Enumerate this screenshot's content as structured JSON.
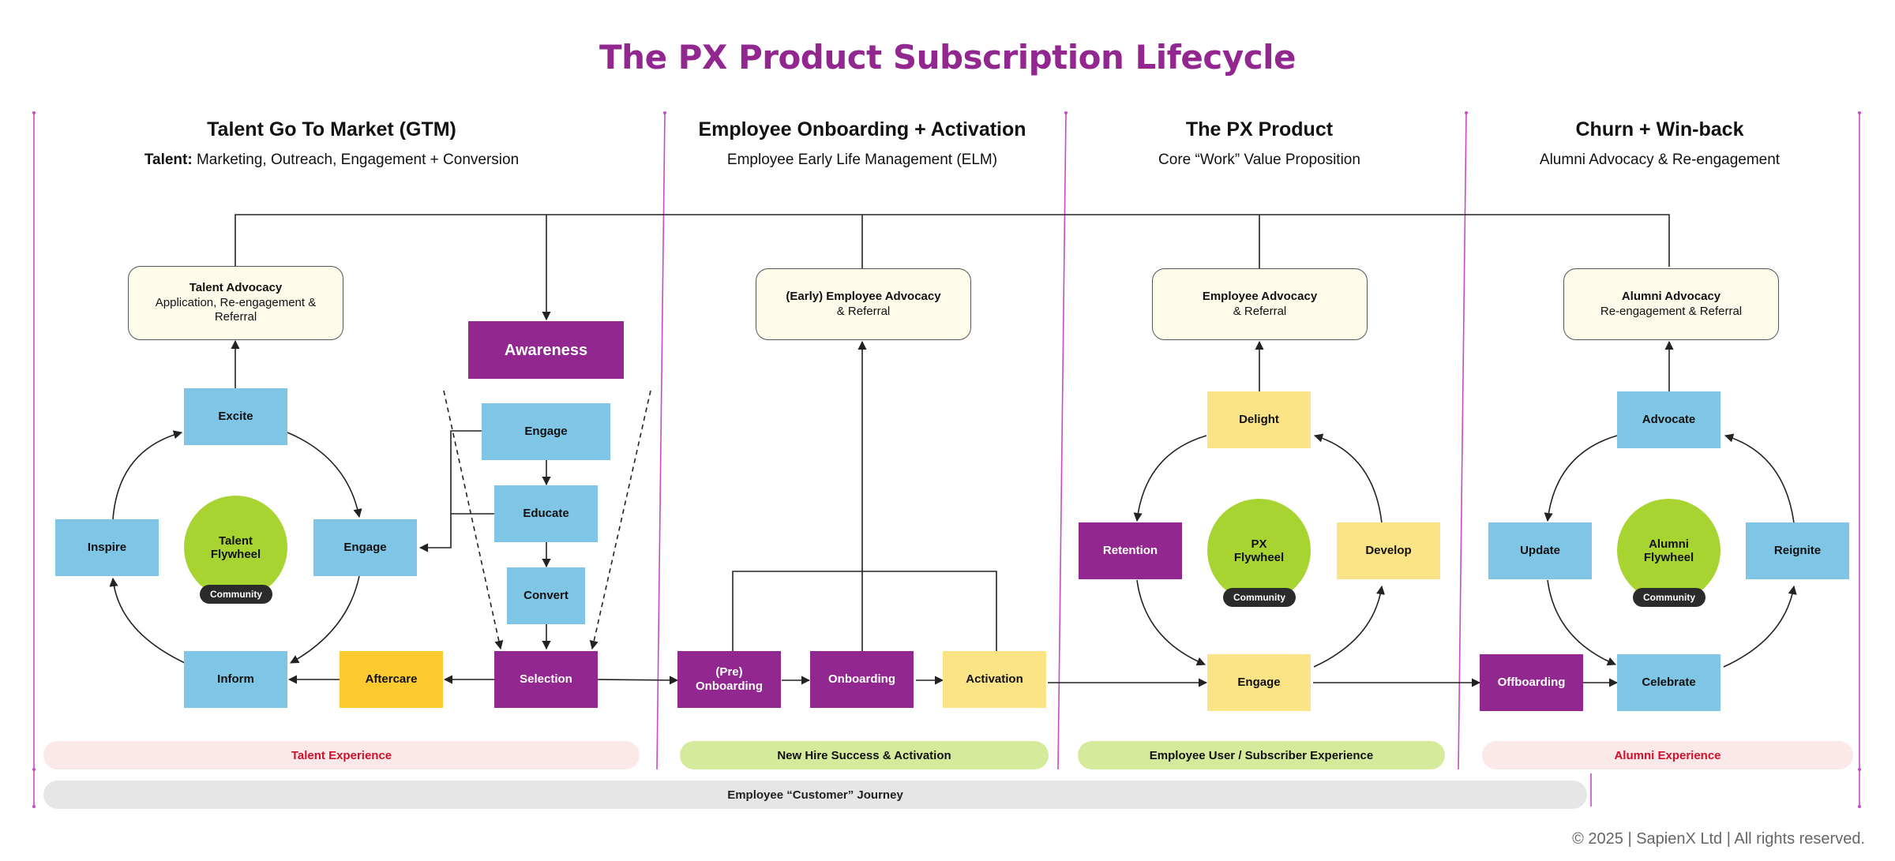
{
  "title": "The PX Product Subscription Lifecycle",
  "phases": [
    {
      "heading": "Talent Go To Market (GTM)",
      "subtitle_bold": "Talent:",
      "subtitle": " Marketing, Outreach, Engagement + Conversion"
    },
    {
      "heading": "Employee Onboarding + Activation",
      "subtitle": "Employee Early Life Management (ELM)"
    },
    {
      "heading": "The PX Product",
      "subtitle": "Core “Work” Value Proposition"
    },
    {
      "heading": "Churn + Win-back",
      "subtitle": "Alumni Advocacy & Re-engagement"
    }
  ],
  "advocacy": {
    "talent": {
      "title": "Talent Advocacy",
      "line1": "Application, Re-engagement &",
      "line2": "Referral"
    },
    "early": {
      "title": "(Early) Employee Advocacy",
      "line1": "& Referral"
    },
    "employee": {
      "title": "Employee Advocacy",
      "line1": "& Referral"
    },
    "alumni": {
      "title": "Alumni Advocacy",
      "line1": "Re-engagement & Referral"
    }
  },
  "talent_flywheel": {
    "center": "Talent Flywheel",
    "badge": "Community",
    "excite": "Excite",
    "inspire": "Inspire",
    "engage": "Engage",
    "inform": "Inform",
    "aftercare": "Aftercare"
  },
  "funnel": {
    "awareness": "Awareness",
    "engage": "Engage",
    "educate": "Educate",
    "convert": "Convert",
    "selection": "Selection"
  },
  "onboarding": {
    "pre": "(Pre) Onboarding",
    "onboarding": "Onboarding",
    "activation": "Activation"
  },
  "px_flywheel": {
    "center": "PX Flywheel",
    "badge": "Community",
    "delight": "Delight",
    "retention": "Retention",
    "develop": "Develop",
    "engage": "Engage"
  },
  "alumni_flywheel": {
    "center": "Alumni Flywheel",
    "badge": "Community",
    "advocate": "Advocate",
    "update": "Update",
    "reignite": "Reignite",
    "celebrate": "Celebrate",
    "offboarding": "Offboarding"
  },
  "bands": {
    "talent": "Talent Experience",
    "newhire": "New Hire Success & Activation",
    "employee": "Employee User / Subscriber Experience",
    "alumni": "Alumni Experience",
    "journey": "Employee “Customer” Journey"
  },
  "footer": "© 2025 | SapienX Ltd | All rights reserved.",
  "colors": {
    "purple": "#92278f",
    "blue": "#7fc6e6",
    "yellow": "#fbe485",
    "gold": "#fdcb2f",
    "green": "#a8d432",
    "divider": "#c84ac8"
  }
}
